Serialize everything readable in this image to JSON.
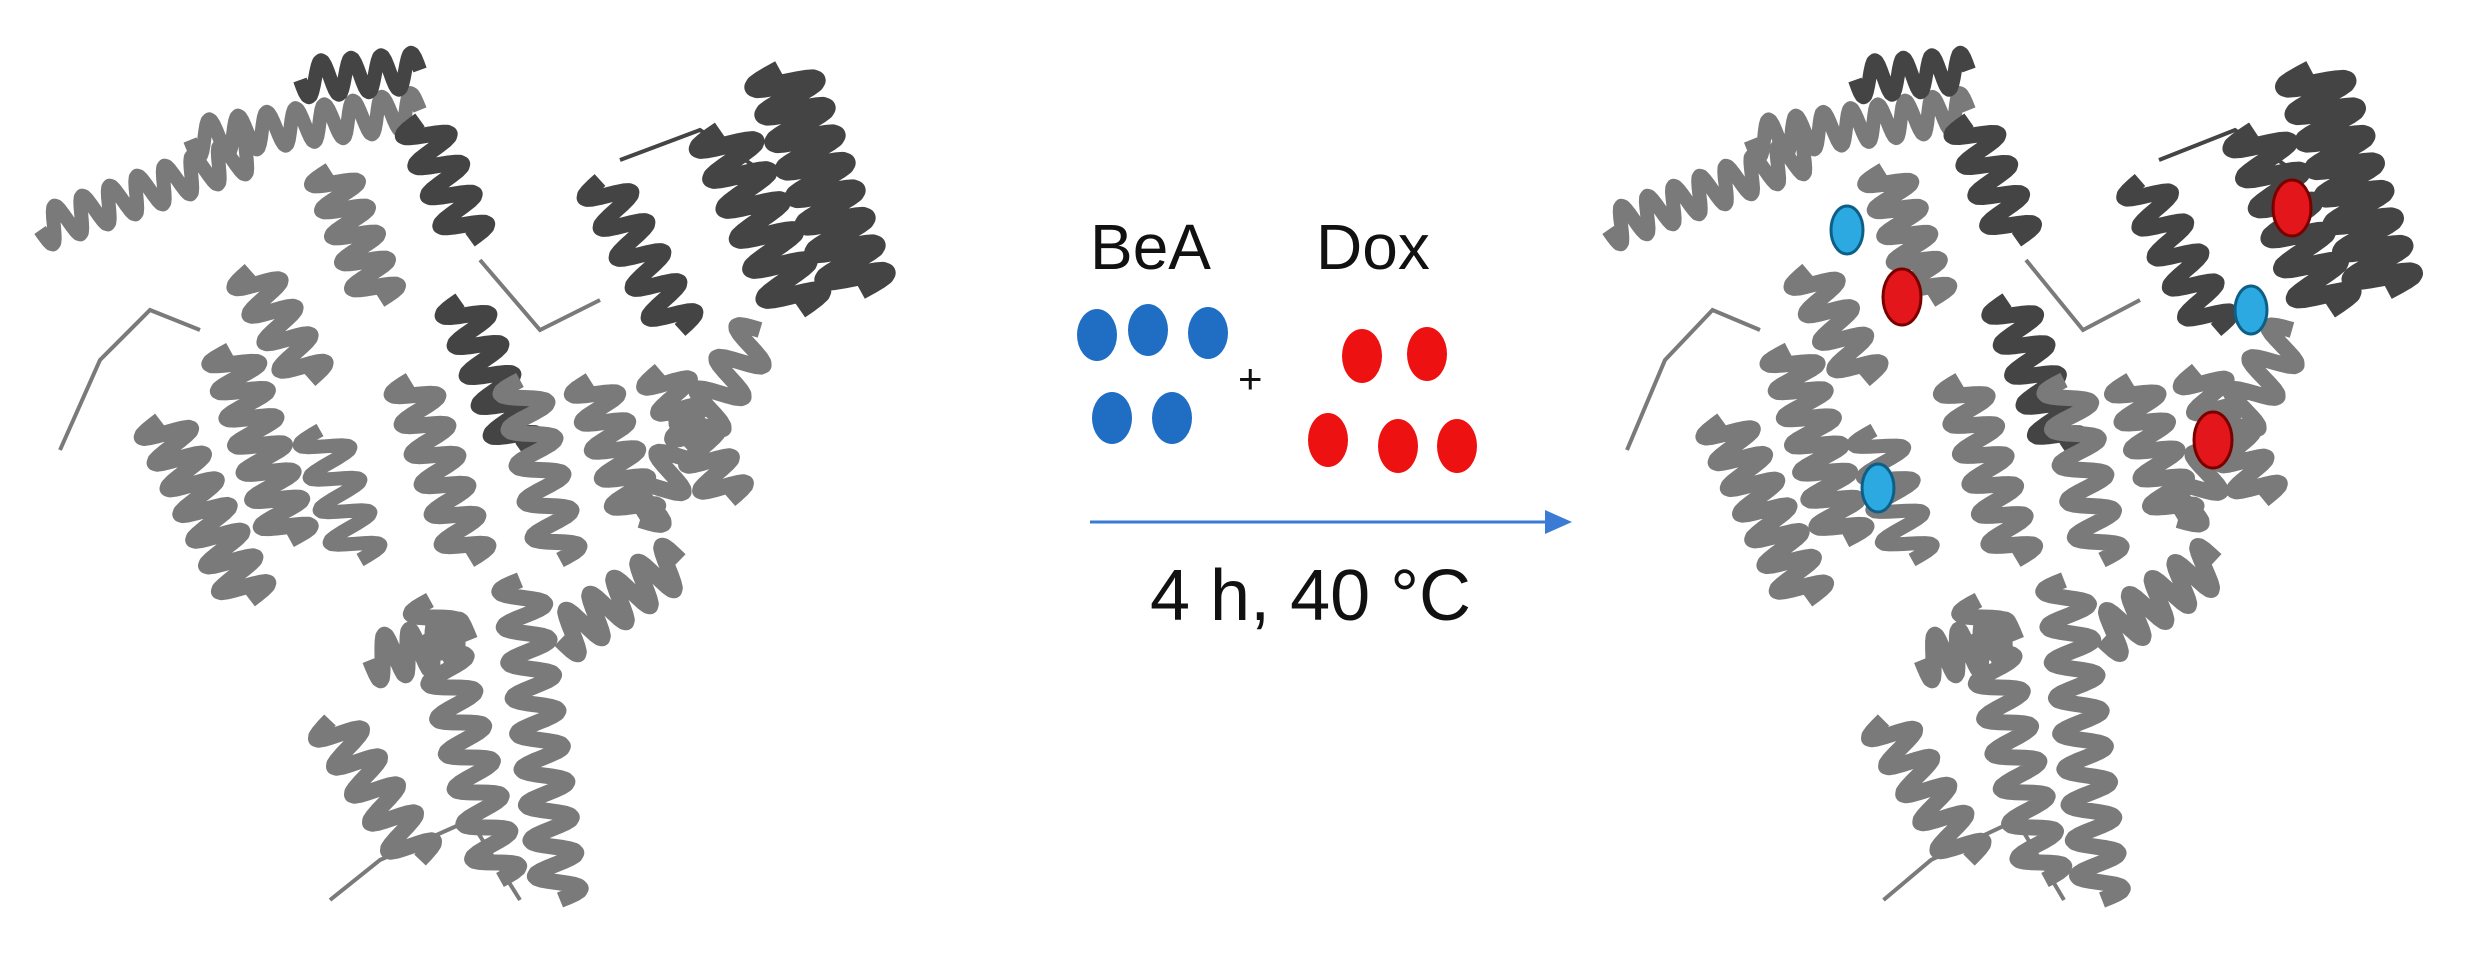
{
  "reagents": {
    "bea_label": "BeA",
    "dox_label": "Dox",
    "plus": "+",
    "bea_color": "#1f6ec4",
    "dox_color": "#ee1111"
  },
  "reaction": {
    "conditions": "4 h, 40 °C",
    "arrow_color": "#3a7bd5"
  },
  "protein": {
    "left_state": "unbound",
    "right_state": "bound",
    "helix_color": "#7a7a7a",
    "dark_helix_color": "#444444",
    "bound_bea_color": "#2ba9e0",
    "bound_dox_color": "#e3161c"
  }
}
